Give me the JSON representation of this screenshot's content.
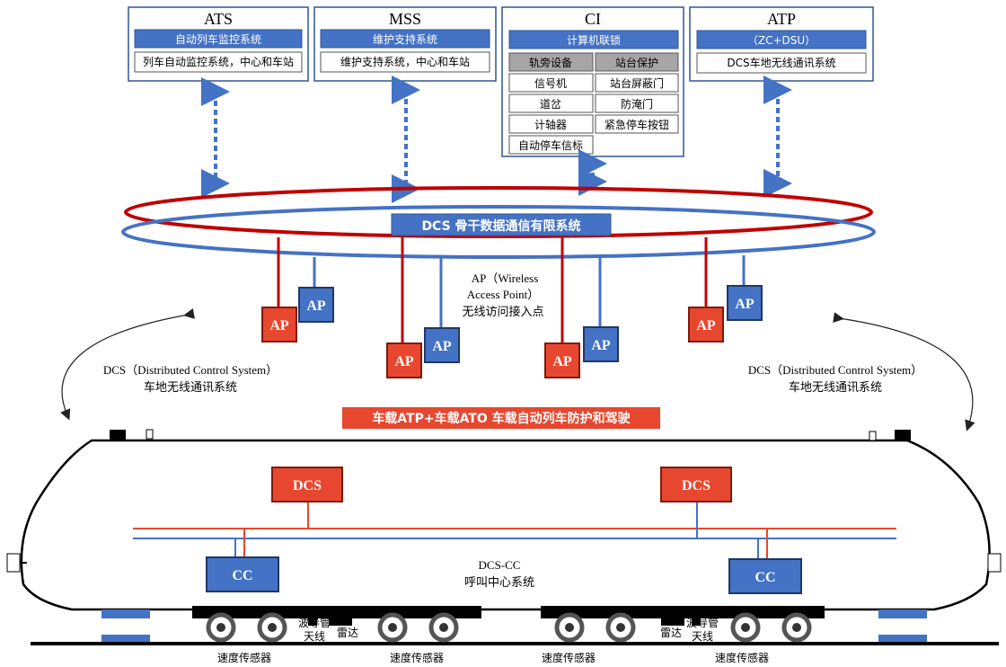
{
  "systems": {
    "ats": {
      "title": "ATS",
      "subtitle": "自动列车监控系统",
      "rows": [
        "列车自动监控系统，中心和车站"
      ]
    },
    "mss": {
      "title": "MSS",
      "subtitle": "维护支持系统",
      "rows": [
        "维护支持系统，中心和车站"
      ]
    },
    "ci": {
      "title": "CI",
      "subtitle": "计算机联锁",
      "headers": [
        "轨旁设备",
        "站台保护"
      ],
      "left": [
        "信号机",
        "道岔",
        "计轴器",
        "自动停车信标"
      ],
      "right": [
        "站台屏蔽门",
        "防淹门",
        "紧急停车按钮"
      ]
    },
    "atp": {
      "title": "ATP",
      "subtitle": "（ZC+DSU）",
      "rows": [
        "DCS车地无线通讯系统"
      ]
    }
  },
  "backbone": {
    "label": "DCS 骨干数据通信有限系统"
  },
  "ap": {
    "label": "AP",
    "note": [
      "AP（Wireless",
      "Access Point）",
      "无线访问接入点"
    ]
  },
  "dcs_note": {
    "line1": "DCS（Distributed Control System）",
    "line2": "车地无线通讯系统"
  },
  "onboard_banner": "车载ATP+车载ATO 车载自动列车防护和驾驶",
  "train": {
    "dcs_label": "DCS",
    "cc_label": "CC",
    "center_label": [
      "DCS-CC",
      "呼叫中心系统"
    ],
    "antenna_label": [
      "波导管",
      "天线"
    ],
    "radar_label": "雷达",
    "speed_sensor_label": "速度传感器"
  },
  "colors": {
    "blue": "#4472c4",
    "red": "#e8472f",
    "dark_red": "#c00000",
    "box_border": "#2f5597",
    "gray": "#a6a6a6"
  }
}
